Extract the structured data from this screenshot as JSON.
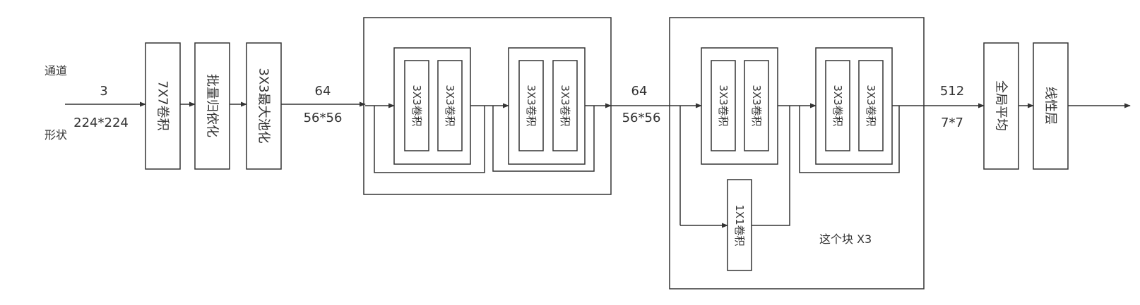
{
  "annotations": {
    "channel_word": "通道",
    "shape_word": "形状",
    "input_channels": "3",
    "input_shape": "224*224",
    "after_pool_channels": "64",
    "after_pool_shape": "56*56",
    "after_stage1_channels": "64",
    "after_stage1_shape": "56*56",
    "after_stage2_channels": "512",
    "after_stage2_shape": "7*7",
    "repeat_note": "这个块 X3"
  },
  "stem": {
    "conv7": "7X7卷积",
    "batchnorm": "批量归依化",
    "maxpool": "3X3最大池化"
  },
  "stage1": {
    "block1": {
      "conv_a": "3X3卷积",
      "conv_b": "3X3卷积"
    },
    "block2": {
      "conv_a": "3X3卷积",
      "conv_b": "3X3卷积"
    }
  },
  "stage2": {
    "block1": {
      "conv_a": "3X3卷积",
      "conv_b": "3X3卷积",
      "shortcut_conv": "1X1卷积"
    },
    "block2": {
      "conv_a": "3X3卷积",
      "conv_b": "3X3卷积"
    }
  },
  "head": {
    "global_pool": "全局平均",
    "linear": "线性层"
  }
}
